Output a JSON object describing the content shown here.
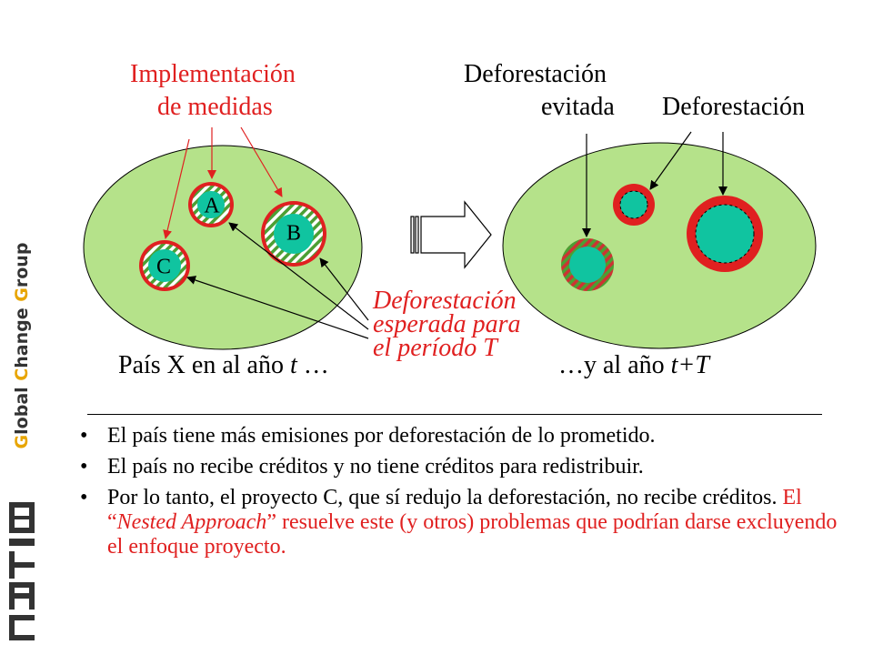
{
  "sidebar": {
    "brand_word1": "Global",
    "brand_word2": "Change",
    "brand_word3": "Group",
    "logo_text": "CATIE",
    "accent_color": "#e8a500"
  },
  "diagram": {
    "label_implementacion_line1": "Implementación",
    "label_implementacion_line2": "de medidas",
    "label_def_evitada_line1": "Deforestación",
    "label_def_evitada_line2": "evitada",
    "label_deforestacion": "Deforestación",
    "circle_a": "A",
    "circle_b": "B",
    "circle_c": "C",
    "def_esperada_line1": "Deforestación",
    "def_esperada_line2": "esperada para",
    "def_esperada_line3": "el período T",
    "pais_year_prefix": "País X en al año ",
    "pais_year_var": "t",
    "pais_year_suffix": " …",
    "year_t_prefix": "…y al año ",
    "year_t_var": "t+T",
    "colors": {
      "country_fill": "#b5e28a",
      "circle_fill": "#10c4a0",
      "ring_red": "#e02020",
      "hatch_green": "#4c9f33"
    }
  },
  "bullets": {
    "b1": "El país tiene más emisiones por deforestación de lo prometido.",
    "b2": "El país no recibe créditos y no tiene créditos para redistribuir.",
    "b3_black": "Por lo tanto, el proyecto C, que sí redujo la deforestación, no recibe créditos. ",
    "b3_red_1": "El “",
    "b3_red_2": "Nested Approach",
    "b3_red_3": "” resuelve este (y otros) problemas que podrían darse excluyendo el enfoque proyecto.",
    "bullet_char": "•"
  }
}
